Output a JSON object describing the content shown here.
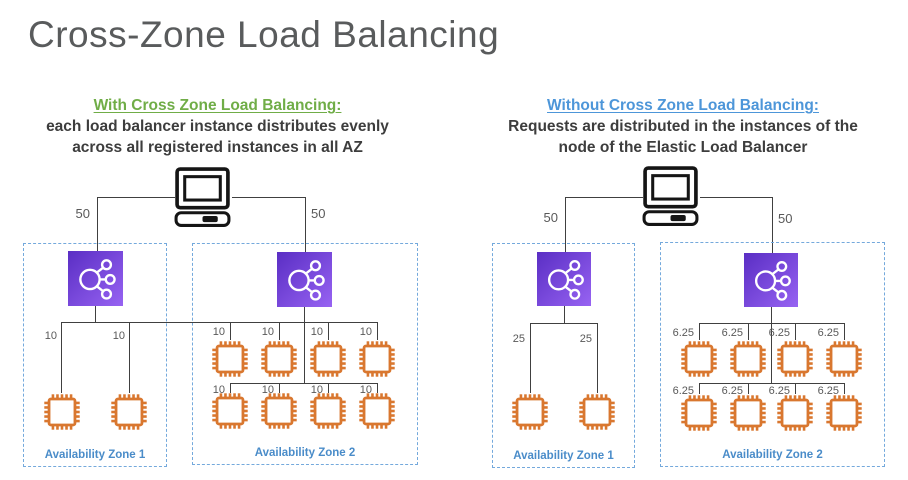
{
  "title": "Cross-Zone Load Balancing",
  "left": {
    "heading": "With Cross Zone Load Balancing:",
    "desc1": "each load balancer instance distributes evenly",
    "desc2": "across all registered instances in all AZ",
    "lb_left_value": "50",
    "lb_right_value": "50",
    "az1": {
      "label": "Availability Zone 1",
      "values": [
        "10",
        "10"
      ]
    },
    "az2": {
      "label": "Availability Zone 2",
      "row1": [
        "10",
        "10",
        "10",
        "10"
      ],
      "row2": [
        "10",
        "10",
        "10",
        "10"
      ]
    }
  },
  "right": {
    "heading": "Without Cross Zone Load Balancing:",
    "desc1": "Requests are distributed in the instances of the",
    "desc2": "node of the Elastic Load Balancer",
    "lb_left_value": "50",
    "lb_right_value": "50",
    "az1": {
      "label": "Availability Zone 1",
      "values": [
        "25",
        "25"
      ]
    },
    "az2": {
      "label": "Availability Zone 2",
      "row1": [
        "6.25",
        "6.25",
        "6.25",
        "6.25"
      ],
      "row2": [
        "6.25",
        "6.25",
        "6.25",
        "6.25"
      ]
    }
  },
  "colors": {
    "heading_left": "#70AD47",
    "heading_right": "#4D96D9",
    "az_border": "#74A9DC",
    "az_label": "#4A8CC9",
    "lb_gradient_start": "#5A2EC4",
    "lb_gradient_end": "#9763F2",
    "chip": "#D9772F",
    "line": "#404040"
  }
}
